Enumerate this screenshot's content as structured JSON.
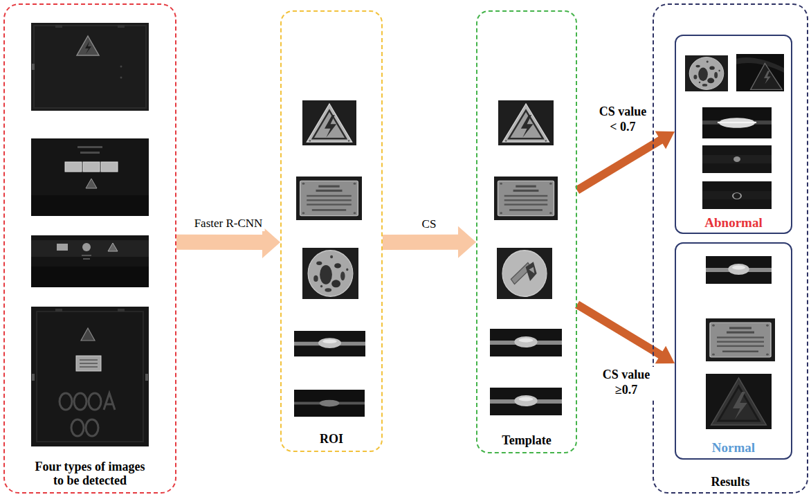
{
  "diagram": {
    "nodes": [
      {
        "text": [
          "Four types of images to be detected"
        ]
      },
      {
        "text": [
          "ROI"
        ]
      },
      {
        "text": [
          "Template"
        ]
      },
      {
        "text": [
          "Results"
        ]
      },
      {
        "text": [
          "Abnormal"
        ],
        "in": 3
      },
      {
        "text": [
          "Normal"
        ],
        "in": 3
      }
    ],
    "edges": [
      {
        "from": 0,
        "to": 1,
        "label": "Faster R-CNN",
        "arrow": "to"
      },
      {
        "from": 1,
        "to": 2,
        "label": "CS",
        "arrow": "to"
      },
      {
        "from": 2,
        "to": 4,
        "label": "CS value < 0.7",
        "arrow": "to"
      },
      {
        "from": 2,
        "to": 5,
        "label": "CS value ≥0.7",
        "arrow": "to"
      }
    ]
  }
}
